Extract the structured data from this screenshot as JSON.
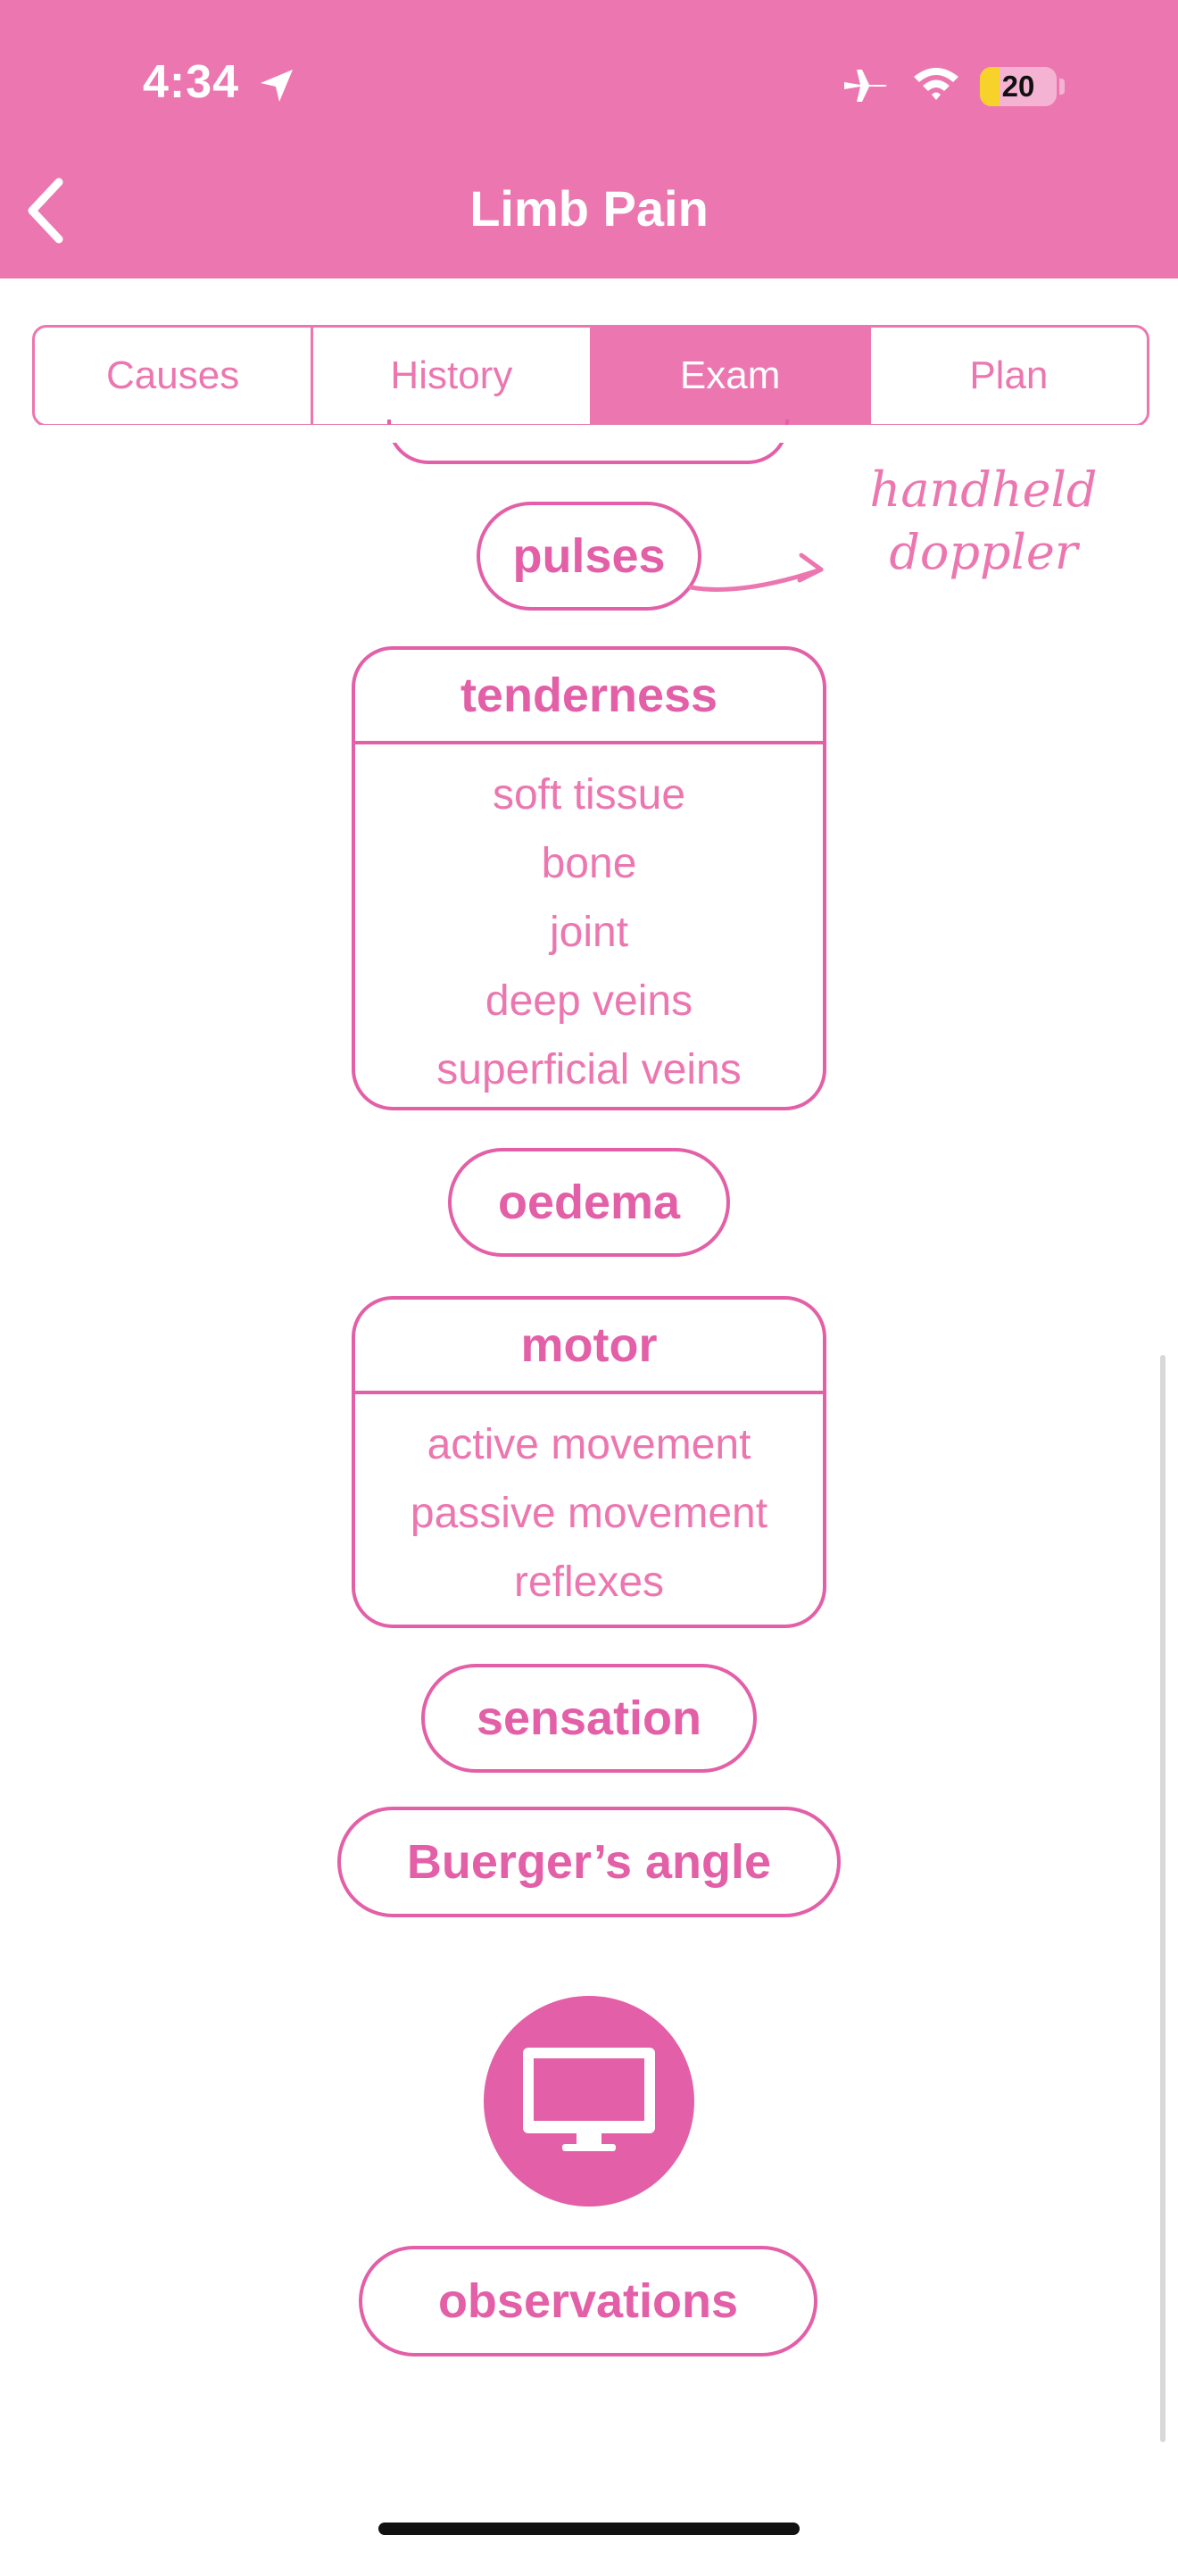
{
  "status_bar": {
    "time": "4:34",
    "battery_percent": "20",
    "icons": [
      "location-arrow-icon",
      "airplane-icon",
      "wifi-icon",
      "battery-icon"
    ]
  },
  "nav": {
    "title": "Limb Pain",
    "back_icon": "chevron-left-icon"
  },
  "tabs": [
    {
      "label": "Causes",
      "active": false
    },
    {
      "label": "History",
      "active": false
    },
    {
      "label": "Exam",
      "active": true
    },
    {
      "label": "Plan",
      "active": false
    }
  ],
  "exam": {
    "pulses": "pulses",
    "annotation_line1": "handheld",
    "annotation_line2": "doppler",
    "tenderness": {
      "title": "tenderness",
      "items": [
        "soft tissue",
        "bone",
        "joint",
        "deep veins",
        "superficial veins"
      ]
    },
    "oedema": "oedema",
    "motor": {
      "title": "motor",
      "items": [
        "active movement",
        "passive movement",
        "reflexes"
      ]
    },
    "sensation": "sensation",
    "buergers": "Buerger’s angle",
    "monitor_icon": "monitor-icon",
    "observations": "observations"
  },
  "colors": {
    "header": "#ec77b0",
    "accent": "#e35fa7",
    "battery_fill": "#f7d22b"
  }
}
